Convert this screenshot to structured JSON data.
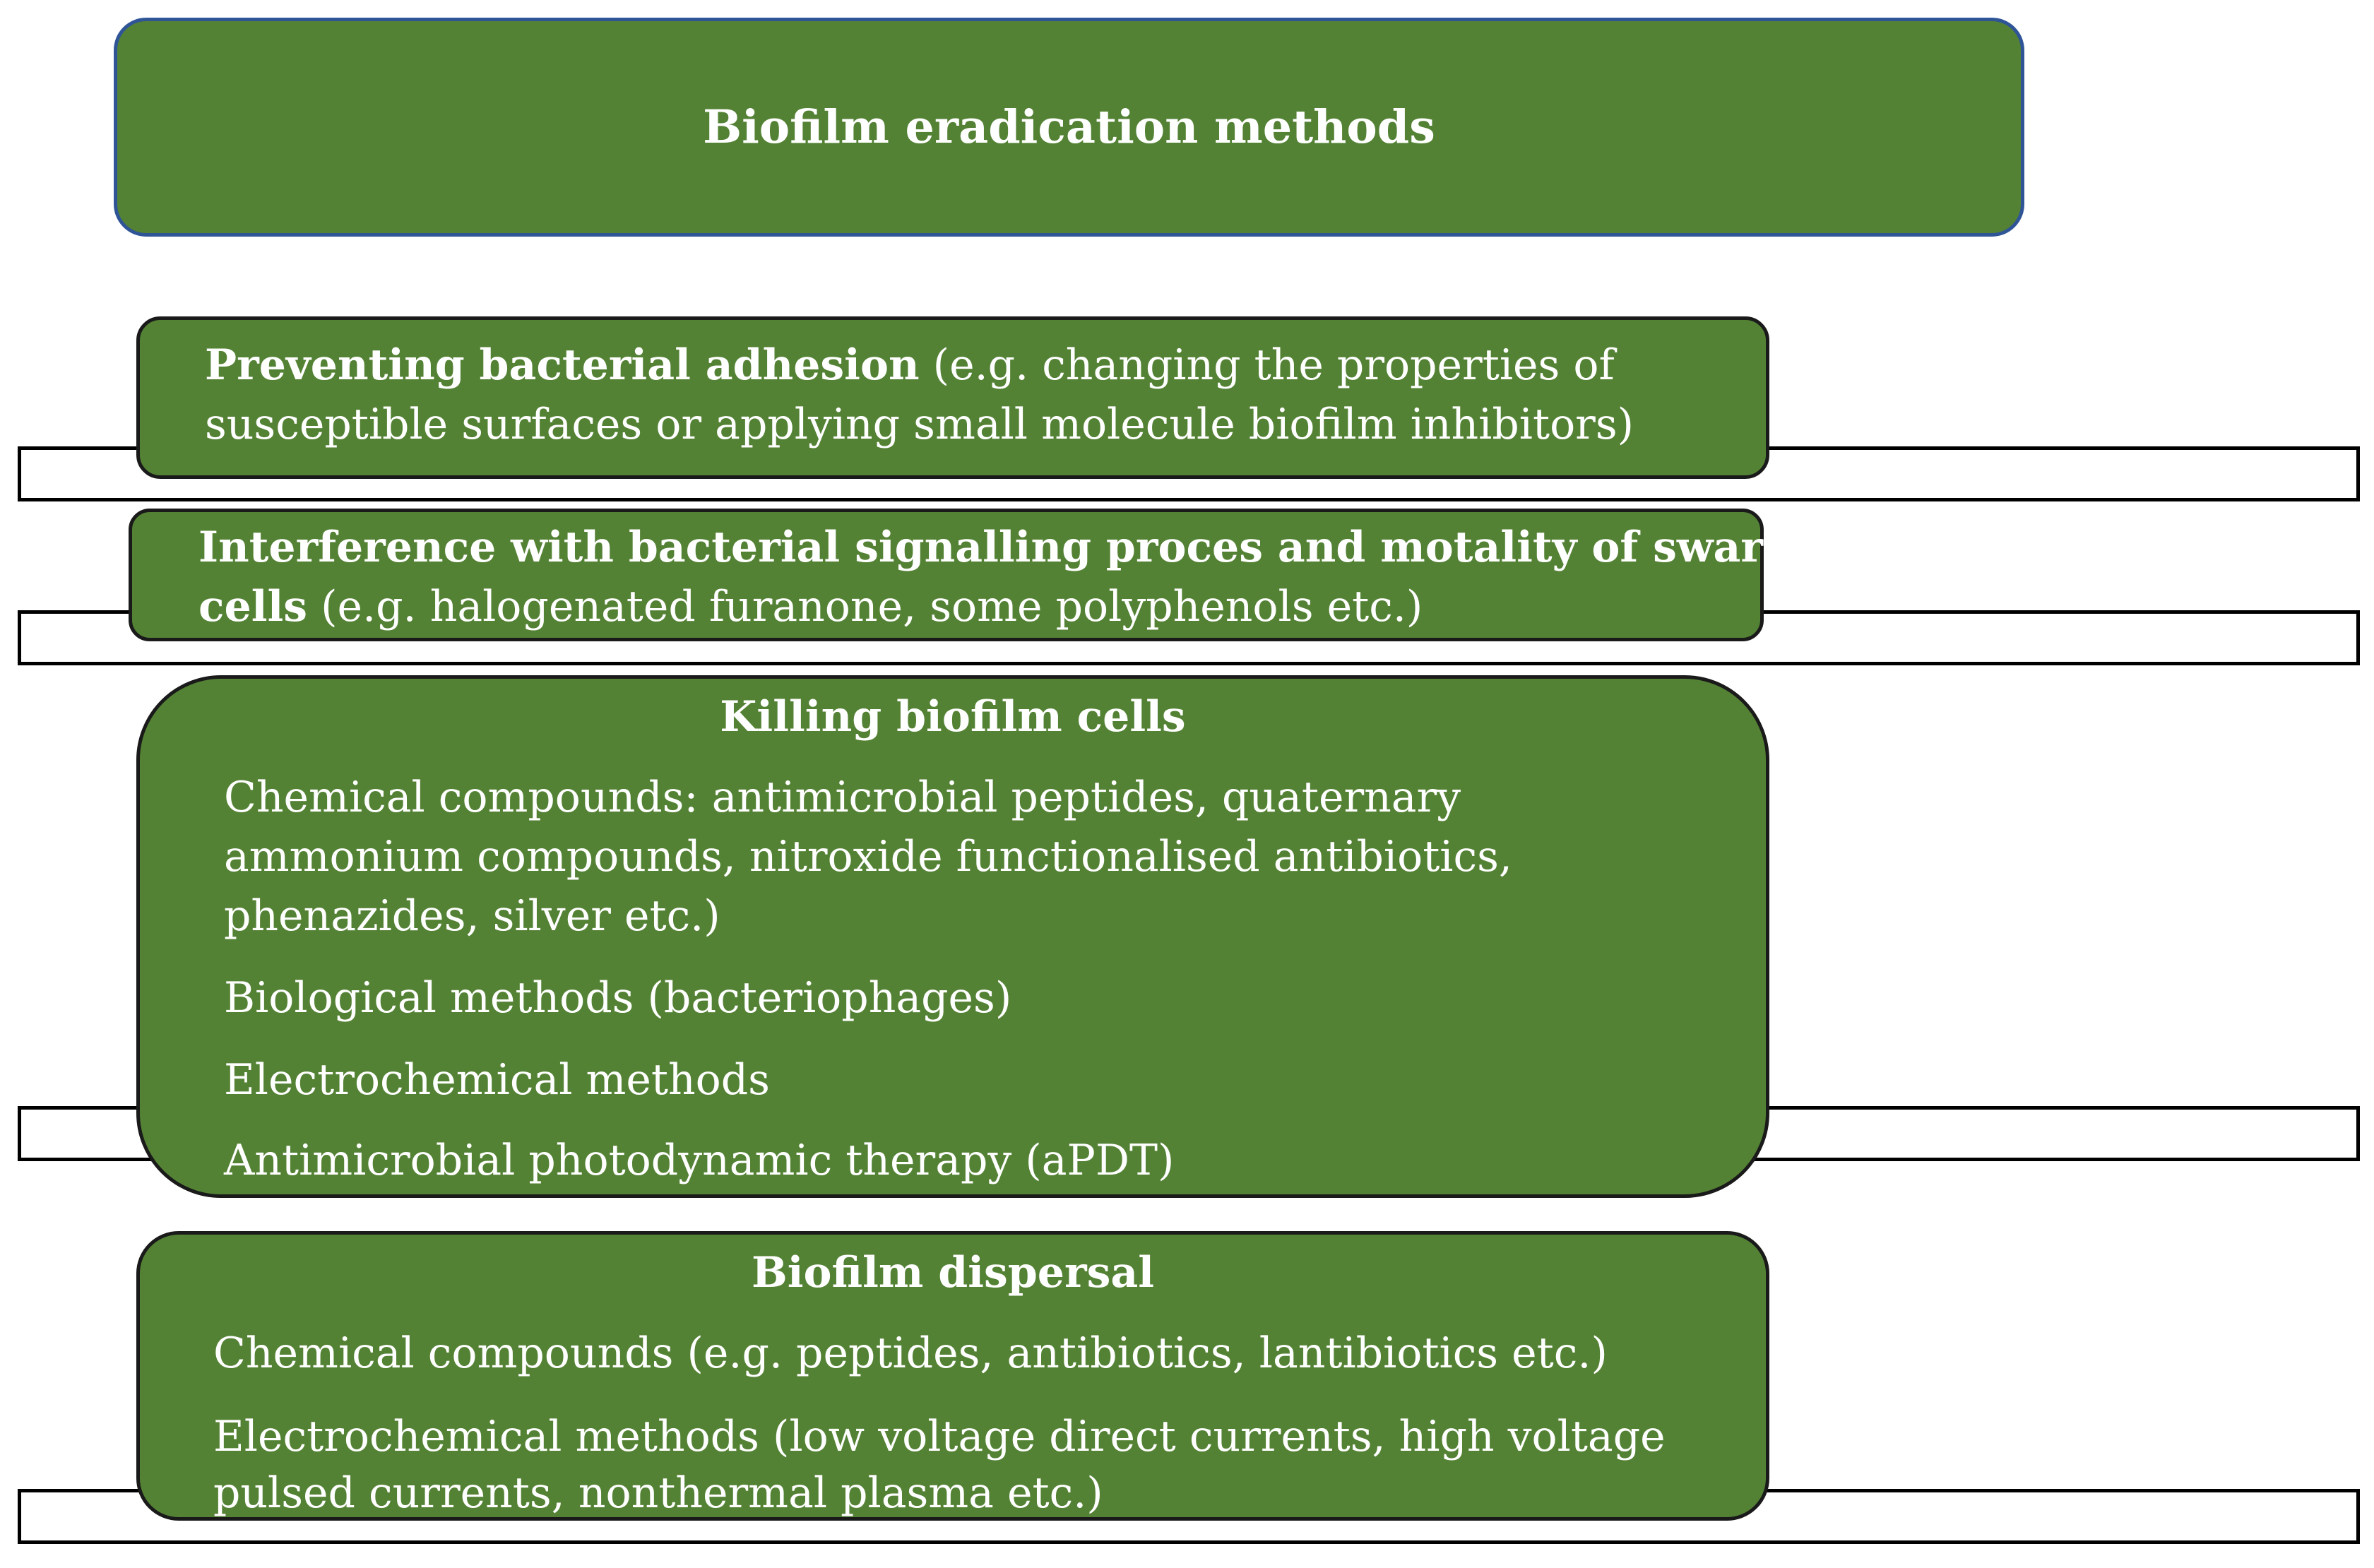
{
  "title": "Biofilm eradication methods",
  "prevent": {
    "bold": "Preventing bacterial adhesion",
    "rest_line1": " (e.g. changing the properties of",
    "line2": "susceptible surfaces or applying small molecule biofilm inhibitors)"
  },
  "interfere": {
    "bold_line1": "Interference with bacterial signalling proces and motality of swarm",
    "bold_line2": "cells",
    "rest_line2": " (e.g. halogenated furanone, some polyphenols etc.)"
  },
  "killing": {
    "heading": "Killing biofilm cells",
    "item1_line1": "Chemical compounds: antimicrobial peptides, quaternary",
    "item1_line2": "ammonium compounds, nitroxide functionalised antibiotics,",
    "item1_line3": "phenazides, silver etc.)",
    "item2": "Biological methods (bacteriophages)",
    "item3": "Electrochemical methods",
    "item4": "Antimicrobial photodynamic therapy (aPDT)"
  },
  "dispersal": {
    "heading": "Biofilm dispersal",
    "item1": "Chemical compounds (e.g. peptides, antibiotics, lantibiotics etc.)",
    "item2_line1": "Electrochemical methods (low voltage direct currents, high voltage",
    "item2_line2": "pulsed currents, nonthermal plasma etc.)"
  },
  "colors": {
    "box_fill": "#548235",
    "title_border": "#2f5597",
    "text": "#ffffff"
  }
}
